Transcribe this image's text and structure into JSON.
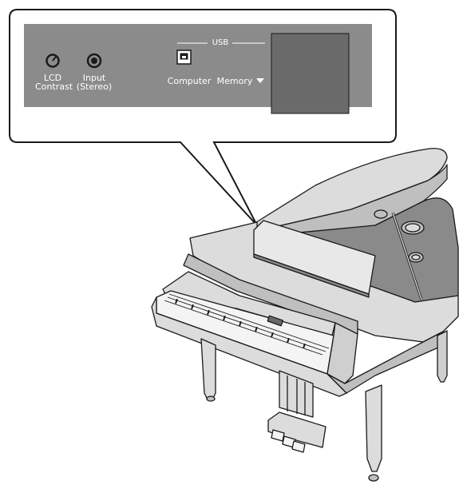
{
  "panel": {
    "lcd_contrast": [
      "LCD",
      "Contrast"
    ],
    "input_stereo": [
      "Input",
      "(Stereo)"
    ],
    "usb_group": "USB",
    "computer": "Computer",
    "memory": "Memory"
  },
  "colors": {
    "panel": "#8b8b8b",
    "display": "#6a6a6a",
    "piano_light": "#dcdcdc",
    "piano_mid": "#bfbfbf",
    "piano_dark": "#8a8a8a",
    "outline": "#1a1a1a"
  }
}
